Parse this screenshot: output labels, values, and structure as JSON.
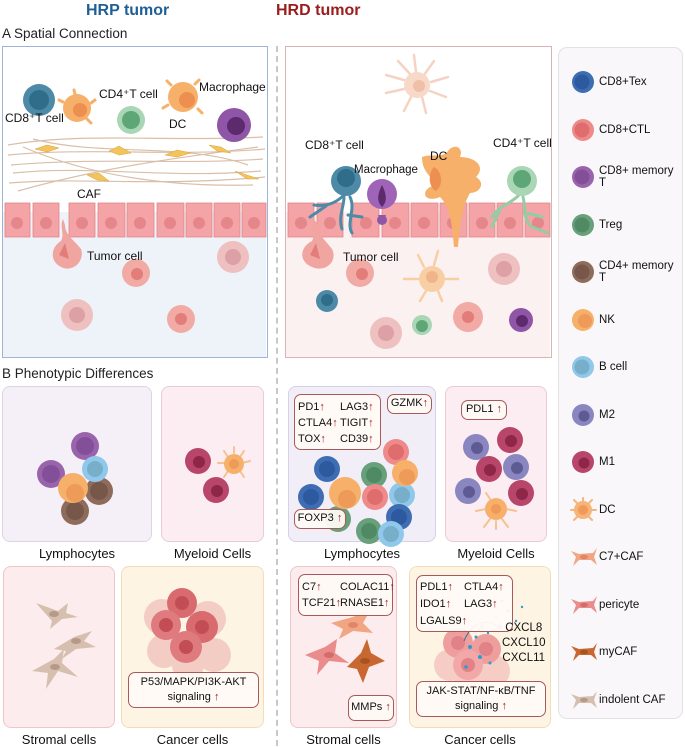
{
  "columns": {
    "hrp_title": "HRP tumor",
    "hrd_title": "HRD tumor",
    "hrp_color": "#1f5f96",
    "hrd_color": "#9b1c1c"
  },
  "section_a": {
    "title": "A Spatial Connection",
    "hrp": {
      "labels": {
        "cd8": "CD8⁺T cell",
        "cd4": "CD4⁺T cell",
        "dc": "DC",
        "macrophage": "Macrophage",
        "caf": "CAF",
        "tumor": "Tumor cell"
      }
    },
    "hrd": {
      "labels": {
        "cd8": "CD8⁺T cell",
        "cd4": "CD4⁺T cell",
        "dc": "DC",
        "macrophage": "Macrophage",
        "tumor": "Tumor cell"
      }
    }
  },
  "section_b": {
    "title": "B Phenotypic Differences",
    "captions": {
      "lymphocytes": "Lymphocytes",
      "myeloid": "Myeloid Cells",
      "stromal": "Stromal cells",
      "cancer": "Cancer cells"
    },
    "hrp": {
      "cancer_box": {
        "line1": "P53/MAPK/PI3K-AKT",
        "line2": "signaling"
      }
    },
    "hrd": {
      "lymph_box": [
        "PD1",
        "LAG3",
        "CTLA4",
        "TIGIT",
        "TOX",
        "CD39"
      ],
      "gzmk": "GZMK",
      "foxp3": "FOXP3",
      "pdl1": "PDL1",
      "stromal_box": [
        "C7",
        "COLAC11",
        "TCF21",
        "RNASE1"
      ],
      "mmps": "MMPs",
      "cancer_box": [
        "PDL1",
        "CTLA4",
        "IDO1",
        "LAG3",
        "LGALS9"
      ],
      "chemokines": [
        "CXCL8",
        "CXCL10",
        "CXCL11"
      ],
      "signaling_box": {
        "line1": "JAK-STAT/NF-κB/TNF",
        "line2": "signaling"
      }
    },
    "up_arrow": "↑"
  },
  "legend": {
    "items": [
      {
        "label": "CD8+Tex",
        "icon": "lymphocyte-icon",
        "color": "#3f6db3",
        "inner": "#2d5a9e"
      },
      {
        "label": "CD8+CTL",
        "icon": "lymphocyte-icon",
        "color": "#ef8a8a",
        "inner": "#e06d6d"
      },
      {
        "label": "CD8+ memory T",
        "icon": "lymphocyte-icon",
        "color": "#9a64ad",
        "inner": "#844f99"
      },
      {
        "label": "Treg",
        "icon": "lymphocyte-icon",
        "color": "#67a07a",
        "inner": "#4f8a64"
      },
      {
        "label": "CD4+ memory T",
        "icon": "lymphocyte-icon",
        "color": "#8e6c5c",
        "inner": "#77574a"
      },
      {
        "label": "NK",
        "icon": "nk-cell-icon",
        "color": "#f6b06a",
        "inner": "#ee9a58"
      },
      {
        "label": "B cell",
        "icon": "b-cell-icon",
        "color": "#8fc8ea",
        "inner": "#77aec9"
      },
      {
        "label": "M2",
        "icon": "macrophage-icon",
        "color": "#8a86c0",
        "inner": "#5e5a94"
      },
      {
        "label": "M1",
        "icon": "macrophage-icon",
        "color": "#b8466a",
        "inner": "#8d2649"
      },
      {
        "label": "DC",
        "icon": "dendritic-cell-icon",
        "color": "#f7b478",
        "inner": "#f0995a"
      },
      {
        "label": "C7+CAF",
        "icon": "fibroblast-icon",
        "color": "#f1a582",
        "inner": "#e0856a"
      },
      {
        "label": "pericyte",
        "icon": "fibroblast-icon",
        "color": "#ea8c8c",
        "inner": "#d36c6c"
      },
      {
        "label": "myCAF",
        "icon": "fibroblast-icon",
        "color": "#c8672f",
        "inner": "#a85222"
      },
      {
        "label": "indolent CAF",
        "icon": "fibroblast-icon",
        "color": "#d6bfae",
        "inner": "#b59a88"
      }
    ]
  }
}
